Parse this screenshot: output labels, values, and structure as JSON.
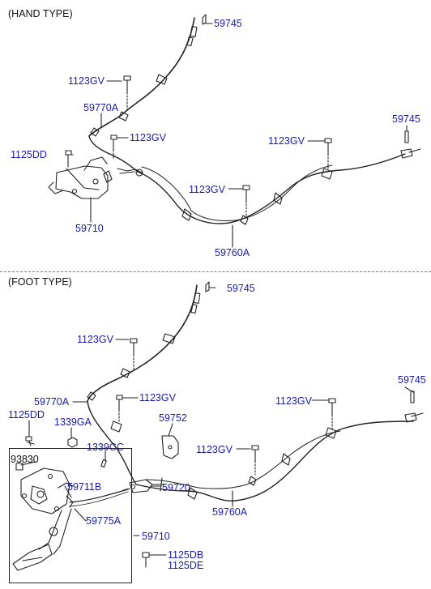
{
  "sections": {
    "hand": "(HAND TYPE)",
    "foot": "(FOOT TYPE)"
  },
  "hand_labels": {
    "p59745_top": "59745",
    "p1123gv_a": "1123GV",
    "p59770a": "59770A",
    "p1123gv_b": "1123GV",
    "p1125dd": "1125DD",
    "p1123gv_c": "1123GV",
    "p59745_right": "59745",
    "p1123gv_d": "1123GV",
    "p59710": "59710",
    "p59760a": "59760A"
  },
  "foot_labels": {
    "p59745_top": "59745",
    "p1123gv_a": "1123GV",
    "p59745_right": "59745",
    "p59770a": "59770A",
    "p1123gv_b": "1123GV",
    "p1123gv_c": "1123GV",
    "p1125dd": "1125DD",
    "p1339ga": "1339GA",
    "p59752": "59752",
    "p93830": "93830",
    "p1339cc": "1339CC",
    "p1123gv_d": "1123GV",
    "p59711b": "59711B",
    "p59720": "59720",
    "p59760a": "59760A",
    "p59775a": "59775A",
    "p59710": "59710",
    "p1125db": "1125DB",
    "p1125de": "1125DE"
  },
  "colors": {
    "label": "#1a1aaa",
    "line": "#222222"
  }
}
